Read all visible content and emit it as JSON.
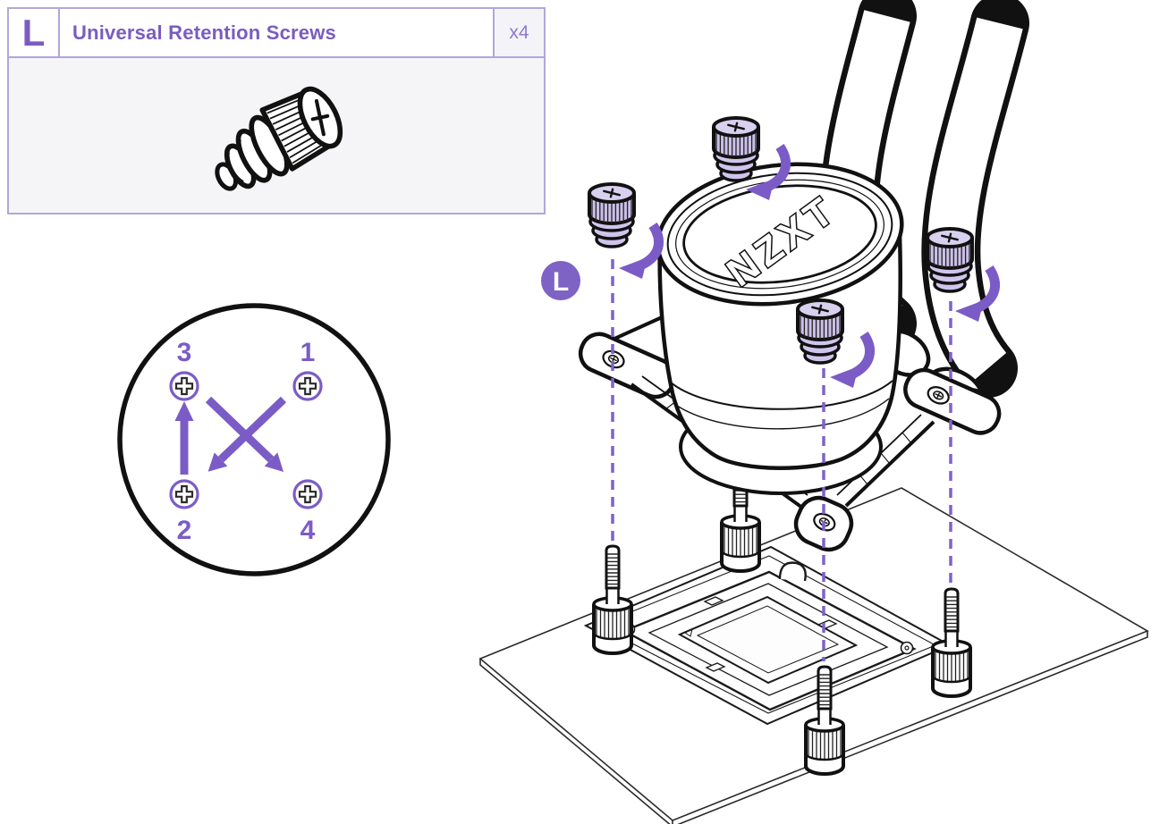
{
  "colors": {
    "accent_purple": "#7a5cc0",
    "light_purple_border": "#b3a6da",
    "quantity_purple": "#8d7bcf",
    "screw_lavender": "#cfc5ec",
    "arrow_purple": "#7b5cc6",
    "dash_purple": "#7e63c8",
    "badge_purple": "#7e62c4",
    "line_black": "#111111",
    "panel_background": "#f5f4f7"
  },
  "parts_box": {
    "letter": "L",
    "title": "Universal Retention Screws",
    "quantity": "x4"
  },
  "step_badge": {
    "letter": "L"
  },
  "pump": {
    "logo_text": "NZXT"
  },
  "torque_order": {
    "top_left": "3",
    "top_right": "1",
    "bottom_left": "2",
    "bottom_right": "4"
  }
}
